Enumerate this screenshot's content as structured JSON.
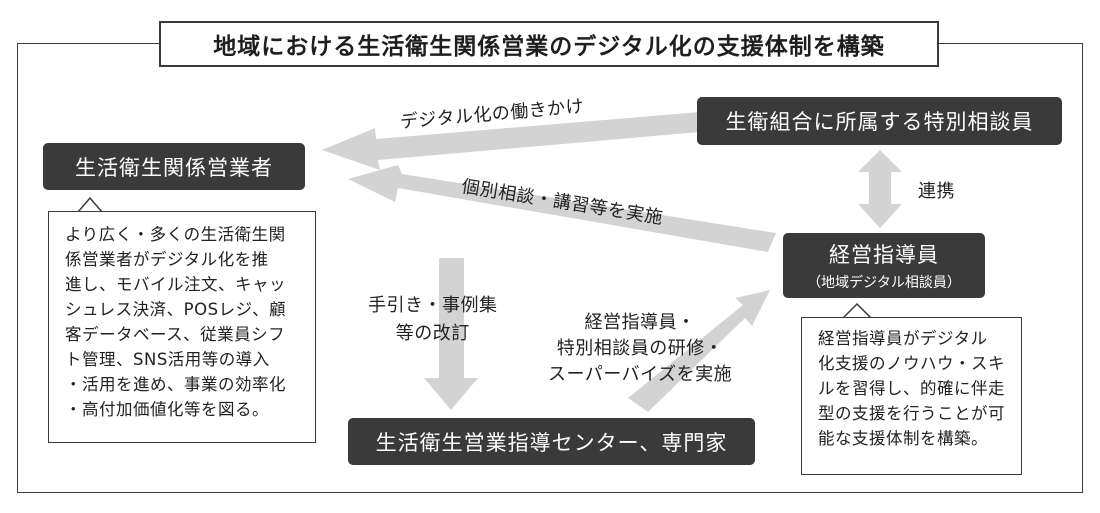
{
  "title": "地域における生活衛生関係営業のデジタル化の支援体制を構築",
  "nodes": {
    "business": "生活衛生関係営業者",
    "consultant": "生衛組合に所属する特別相談員",
    "advisor": "経営指導員",
    "advisor_sub": "（地域デジタル相談員）",
    "center": "生活衛生営業指導センター、専門家"
  },
  "callouts": {
    "business_goal": [
      "より広く・多くの生活衛生関",
      "係営業者がデジタル化を推",
      "進し、モバイル注文、キャッ",
      "シュレス決済、POSレジ、顧",
      "客データベース、従業員シフ",
      "ト管理、SNS活用等の導入",
      "・活用を進め、事業の効率化",
      "・高付加価値化等を図る。"
    ],
    "advisor_goal": [
      "経営指導員がデジタル",
      "化支援のノウハウ・スキ",
      "ルを習得し、的確に伴走",
      "型の支援を行うことが可",
      "能な支援体制を構築。"
    ]
  },
  "labels": {
    "digital_outreach": "デジタル化の働きかけ",
    "individual_consult": "個別相談・講習等を実施",
    "collaboration": "連携",
    "manual_revision": [
      "手引き・事例集",
      "等の改訂"
    ],
    "training": [
      "経営指導員・",
      "特別相談員の研修・",
      "スーパーバイズを実施"
    ]
  },
  "colors": {
    "node_fill": "#3a3a3a",
    "arrow_fill": "#d3d3d3",
    "frame_stroke": "#3a3a3a"
  }
}
